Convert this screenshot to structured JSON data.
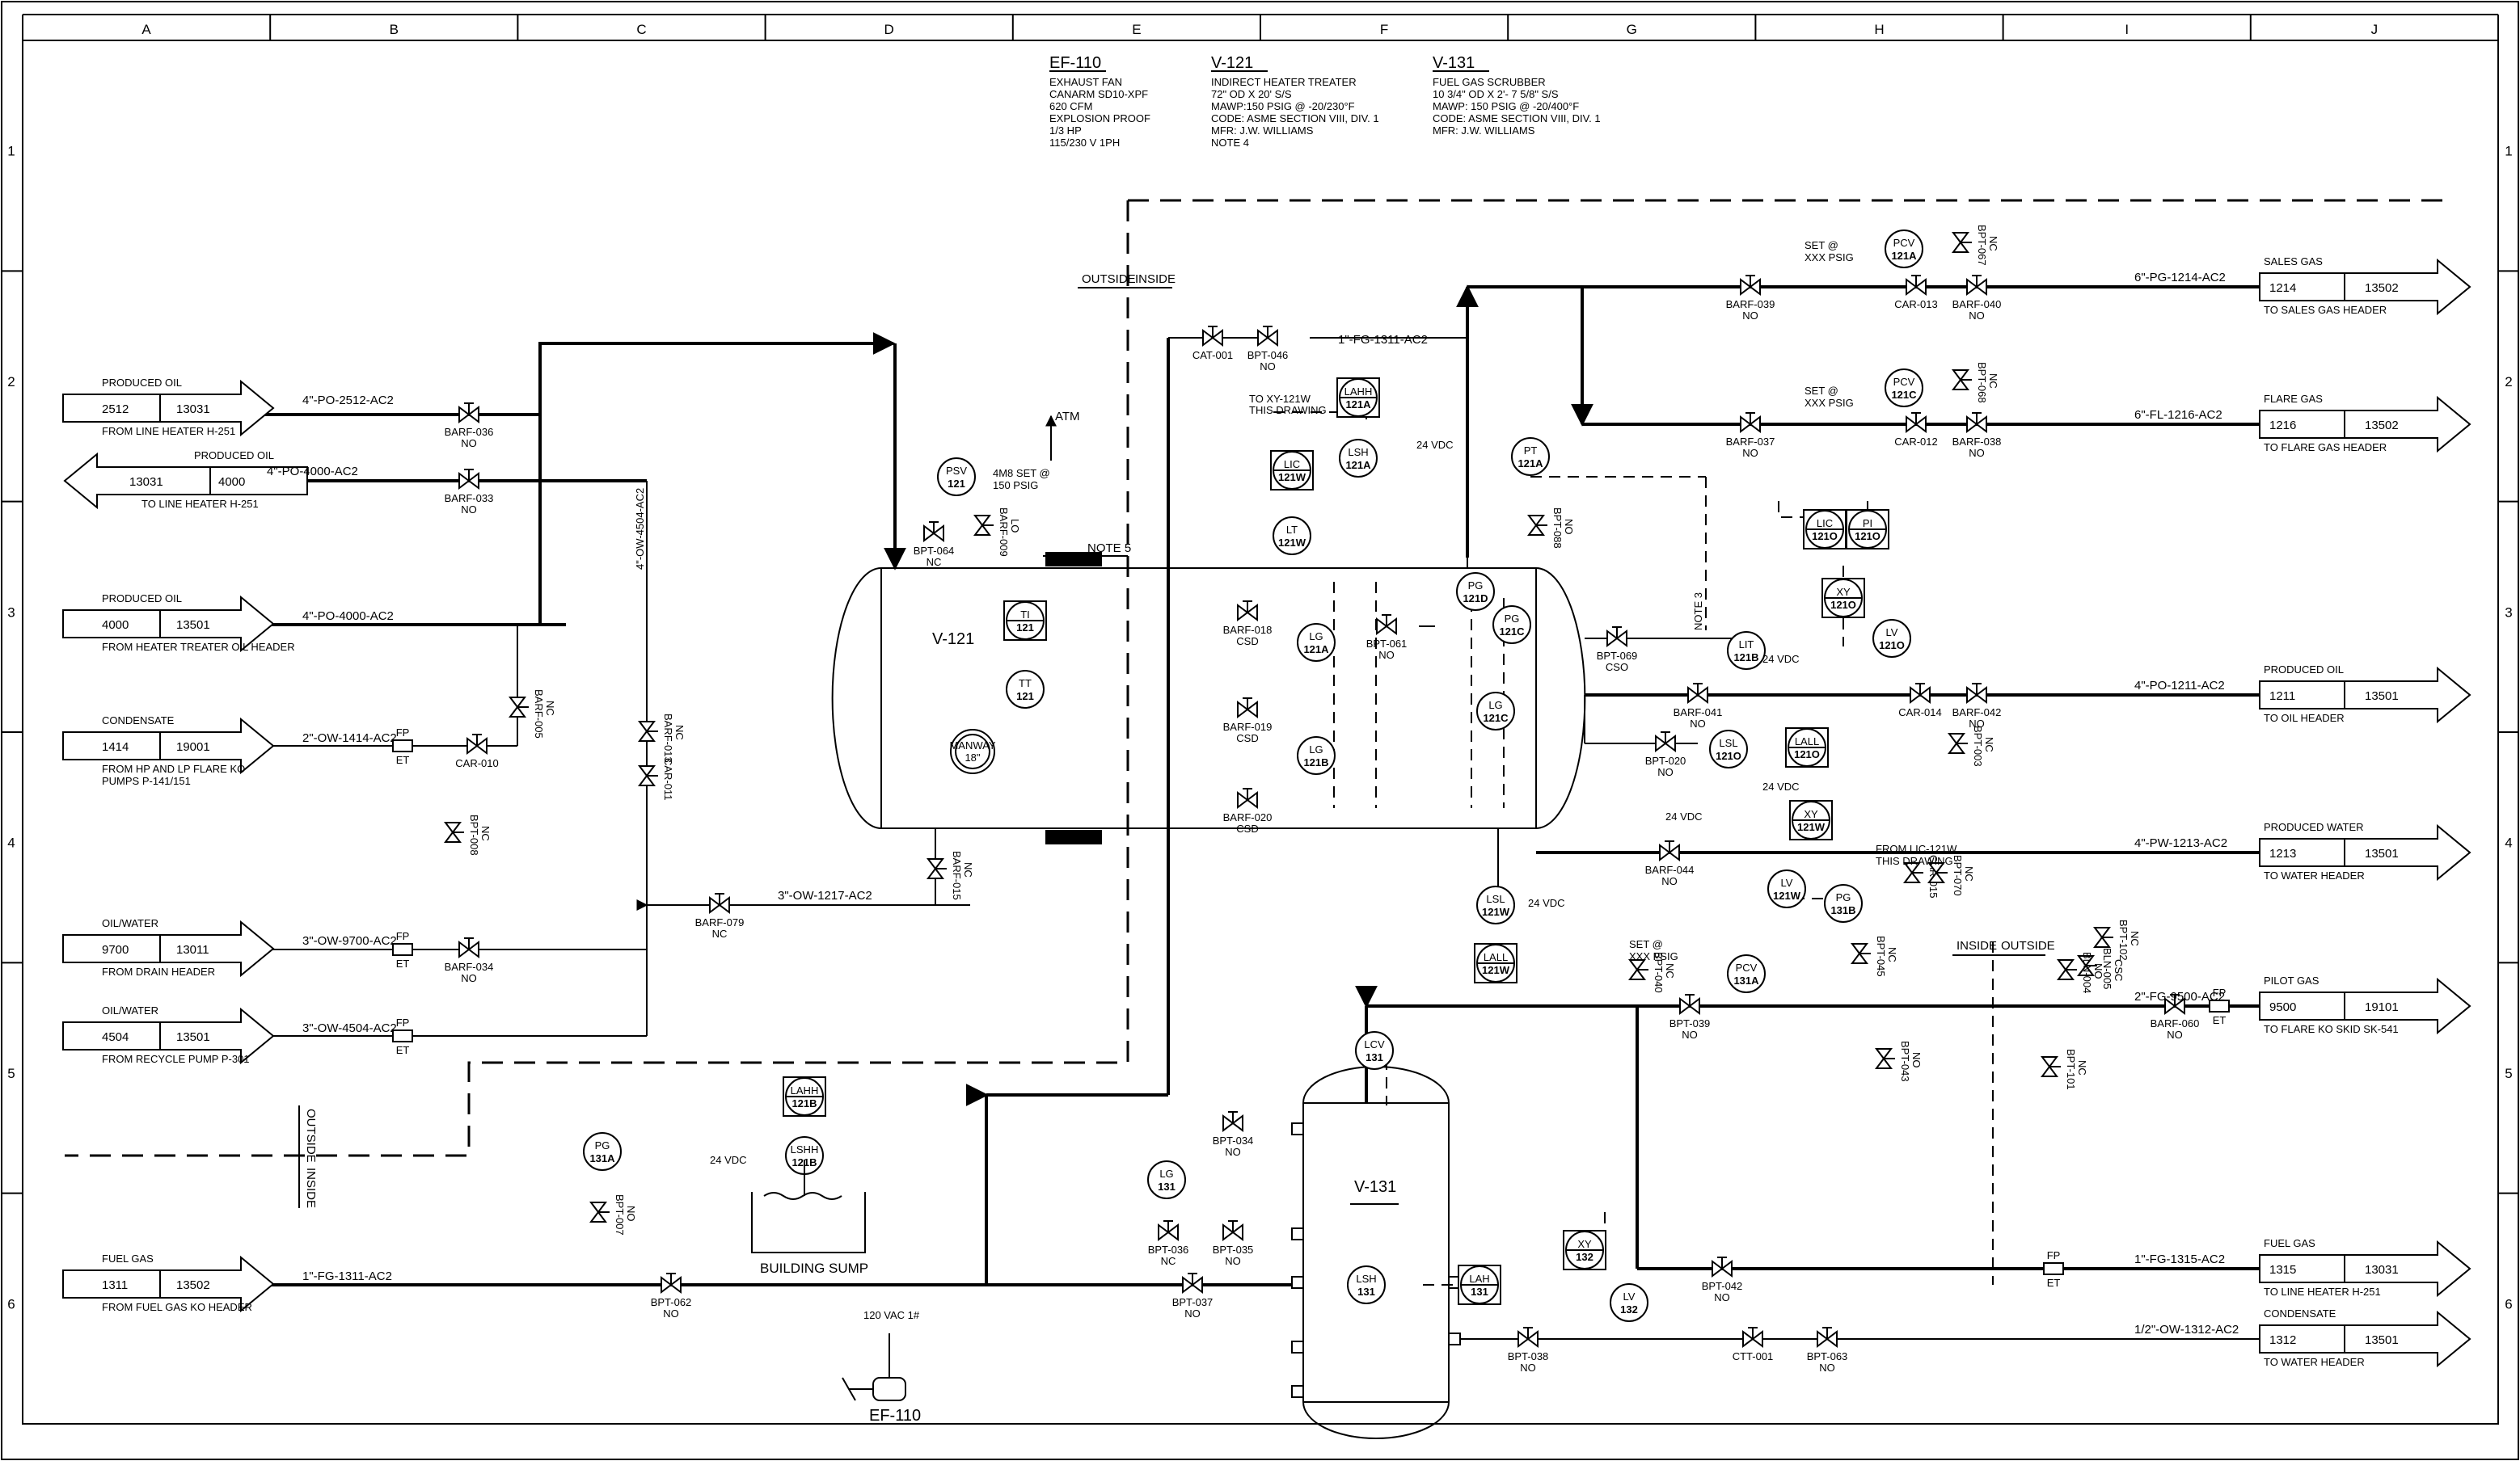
{
  "grid": {
    "columns": [
      "A",
      "B",
      "C",
      "D",
      "E",
      "F",
      "G",
      "H",
      "I",
      "J"
    ],
    "rows": [
      "1",
      "2",
      "3",
      "4",
      "5",
      "6"
    ]
  },
  "equipment": [
    {
      "tag": "EF-110",
      "lines": [
        "EXHAUST FAN",
        "CANARM SD10-XPF",
        "620 CFM",
        "EXPLOSION PROOF",
        "1/3 HP",
        "115/230 V 1PH"
      ]
    },
    {
      "tag": "V-121",
      "lines": [
        "INDIRECT HEATER TREATER",
        "72\" OD X 20' S/S",
        "MAWP:150 PSIG @ -20/230°F",
        "CODE: ASME SECTION VIII, DIV. 1",
        "MFR: J.W. WILLIAMS",
        "NOTE 4"
      ]
    },
    {
      "tag": "V-131",
      "lines": [
        "FUEL GAS SCRUBBER",
        "10 3/4\" OD X 2'- 7 5/8\" S/S",
        "MAWP: 150 PSIG @ -20/400°F",
        "CODE: ASME SECTION VIII, DIV. 1",
        "MFR: J.W. WILLIAMS"
      ]
    }
  ],
  "inlets": [
    {
      "service": "PRODUCED OIL",
      "num1": "2512",
      "num2": "13031",
      "from": "FROM LINE HEATER H-251",
      "line": "4\"-PO-2512-AC2"
    },
    {
      "service": "PRODUCED OIL",
      "num1": "4000",
      "num2": "13501",
      "from": "FROM HEATER TREATER OIL HEADER",
      "line": "4\"-PO-4000-AC2"
    },
    {
      "service": "CONDENSATE",
      "num1": "1414",
      "num2": "19001",
      "from": "FROM HP AND LP FLARE KO",
      "from2": "PUMPS P-141/151",
      "line": "2\"-OW-1414-AC2"
    },
    {
      "service": "OIL/WATER",
      "num1": "9700",
      "num2": "13011",
      "from": "FROM DRAIN HEADER",
      "line": "3\"-OW-9700-AC2"
    },
    {
      "service": "OIL/WATER",
      "num1": "4504",
      "num2": "13501",
      "from": "FROM RECYCLE PUMP P-301",
      "line": "3\"-OW-4504-AC2"
    },
    {
      "service": "FUEL GAS",
      "num1": "1311",
      "num2": "13502",
      "from": "FROM FUEL GAS KO HEADER",
      "line": "1\"-FG-1311-AC2"
    }
  ],
  "outlet_left": {
    "service": "PRODUCED OIL",
    "num1": "13031",
    "num2": "4000",
    "to": "TO LINE HEATER H-251",
    "line": "4\"-PO-4000-AC2"
  },
  "outlets": [
    {
      "service": "SALES GAS",
      "num1": "1214",
      "num2": "13502",
      "to": "TO SALES GAS HEADER",
      "line": "6\"-PG-1214-AC2"
    },
    {
      "service": "FLARE GAS",
      "num1": "1216",
      "num2": "13502",
      "to": "TO FLARE GAS HEADER",
      "line": "6\"-FL-1216-AC2"
    },
    {
      "service": "PRODUCED OIL",
      "num1": "1211",
      "num2": "13501",
      "to": "TO OIL HEADER",
      "line": "4\"-PO-1211-AC2"
    },
    {
      "service": "PRODUCED WATER",
      "num1": "1213",
      "num2": "13501",
      "to": "TO WATER HEADER",
      "line": "4\"-PW-1213-AC2"
    },
    {
      "service": "PILOT GAS",
      "num1": "9500",
      "num2": "19101",
      "to": "TO FLARE KO SKID SK-541",
      "line": "2\"-FG-9500-AC2"
    },
    {
      "service": "FUEL GAS",
      "num1": "1315",
      "num2": "13031",
      "to": "TO LINE HEATER H-251",
      "line": "1\"-FG-1315-AC2"
    },
    {
      "service": "CONDENSATE",
      "num1": "1312",
      "num2": "13501",
      "to": "TO WATER HEADER",
      "line": "1/2\"-OW-1312-AC2"
    }
  ],
  "instruments": [
    {
      "l1": "PSV",
      "l2": "121"
    },
    {
      "l1": "TI",
      "l2": "121"
    },
    {
      "l1": "TT",
      "l2": "121"
    },
    {
      "l1": "LAHH",
      "l2": "121A"
    },
    {
      "l1": "LSH",
      "l2": "121A"
    },
    {
      "l1": "LIC",
      "l2": "121W"
    },
    {
      "l1": "LT",
      "l2": "121W"
    },
    {
      "l1": "PT",
      "l2": "121A"
    },
    {
      "l1": "PG",
      "l2": "121D"
    },
    {
      "l1": "PG",
      "l2": "121C"
    },
    {
      "l1": "LG",
      "l2": "121A"
    },
    {
      "l1": "LG",
      "l2": "121B"
    },
    {
      "l1": "LG",
      "l2": "121C"
    },
    {
      "l1": "PCV",
      "l2": "121A"
    },
    {
      "l1": "PCV",
      "l2": "121C"
    },
    {
      "l1": "LIC",
      "l2": "121O"
    },
    {
      "l1": "PI",
      "l2": "121O"
    },
    {
      "l1": "XY",
      "l2": "121O"
    },
    {
      "l1": "LV",
      "l2": "121O"
    },
    {
      "l1": "LIT",
      "l2": "121B"
    },
    {
      "l1": "LSL",
      "l2": "121O"
    },
    {
      "l1": "LALL",
      "l2": "121O"
    },
    {
      "l1": "XY",
      "l2": "121W"
    },
    {
      "l1": "LV",
      "l2": "121W"
    },
    {
      "l1": "LSL",
      "l2": "121W"
    },
    {
      "l1": "LALL",
      "l2": "121W"
    },
    {
      "l1": "PG",
      "l2": "131B"
    },
    {
      "l1": "PCV",
      "l2": "131A"
    },
    {
      "l1": "LCV",
      "l2": "131"
    },
    {
      "l1": "LG",
      "l2": "131"
    },
    {
      "l1": "LSH",
      "l2": "131"
    },
    {
      "l1": "LAH",
      "l2": "131"
    },
    {
      "l1": "XY",
      "l2": "132"
    },
    {
      "l1": "LV",
      "l2": "132"
    },
    {
      "l1": "PG",
      "l2": "131A"
    },
    {
      "l1": "LAHH",
      "l2": "121B"
    },
    {
      "l1": "LSHH",
      "l2": "121B"
    },
    {
      "l1": "MANWAY",
      "l2": "18\""
    }
  ],
  "valves": [
    "BARF-036",
    "BARF-033",
    "BARF-005",
    "BARF-013",
    "CAR-011",
    "BARF-079",
    "BARF-034",
    "CAR-010",
    "BPT-008",
    "BPT-064",
    "BARF-009",
    "BPT-046",
    "CAT-001",
    "BARF-018",
    "BARF-019",
    "BARF-020",
    "BPT-061",
    "BARF-015",
    "BARF-039",
    "BARF-037",
    "CAR-013",
    "BARF-040",
    "CAR-012",
    "BARF-038",
    "BPT-067",
    "BPT-068",
    "BPT-069",
    "BARF-041",
    "BPT-020",
    "CAR-014",
    "BARF-042",
    "BPT-003",
    "BARF-044",
    "CAR-015",
    "BPT-070",
    "BPT-040",
    "BPT-039",
    "BPT-043",
    "BPT-045",
    "BPT-102",
    "BLN-005",
    "BLN-004",
    "BPT-101",
    "BARF-060",
    "BPT-034",
    "BPT-036",
    "BPT-035",
    "BPT-037",
    "BPT-062",
    "BPT-007",
    "BPT-038",
    "CTT-001",
    "BPT-063",
    "BPT-042",
    "BPT-088"
  ],
  "labels": {
    "outside": "OUTSIDE",
    "inside": "INSIDE",
    "note5": "NOTE 5",
    "note3": "NOTE 3",
    "atm": "ATM",
    "psv_set": "4M8 SET @",
    "psv_psig": "150 PSIG",
    "set": "SET @",
    "xxx_psig": "XXX PSIG",
    "to_xy": "TO XY-121W",
    "this_drawing": "THIS DRAWING",
    "from_lic": "FROM LIC-121W",
    "vdc24": "24 VDC",
    "vac120": "120 VAC 1#",
    "building_sump": "BUILDING SUMP",
    "v121": "V-121",
    "v131": "V-131",
    "ef110": "EF-110",
    "fp": "FP",
    "et": "ET",
    "fg1311": "1\"-FG-1311-AC2",
    "ow1217": "3\"-OW-1217-AC2",
    "ow4504v": "4\"-OW-4504-AC2",
    "no": "NO",
    "nc": "NC",
    "lo": "LO",
    "csd": "CSD",
    "cso": "CSO"
  }
}
